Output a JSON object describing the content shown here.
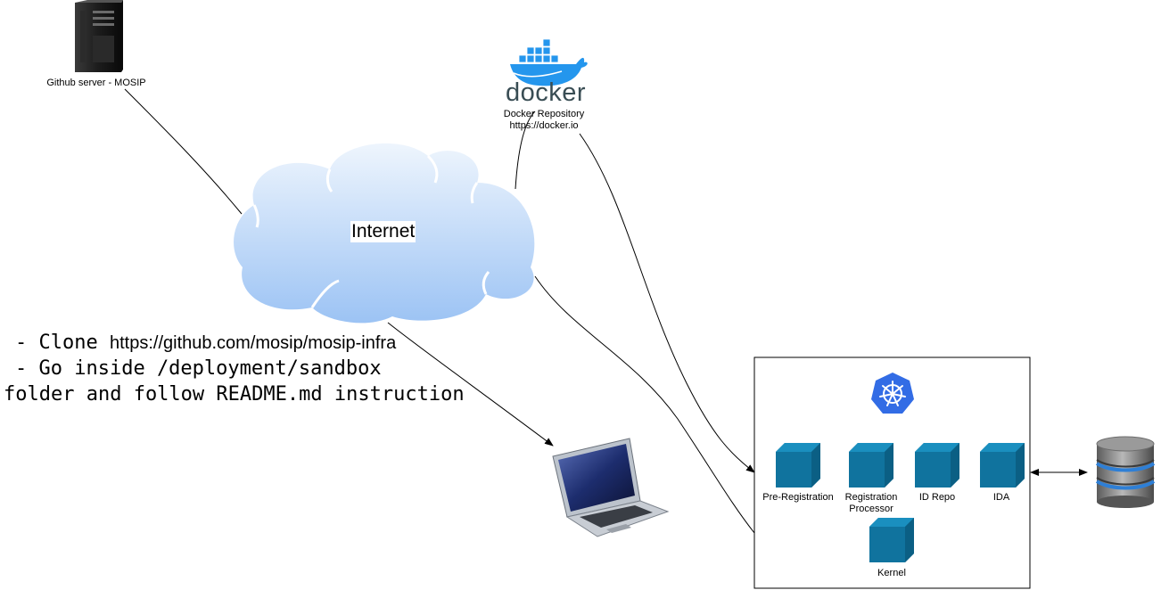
{
  "nodes": {
    "github_server": {
      "label": "Github server - MOSIP",
      "icon": "server-tower-icon"
    },
    "docker_repo": {
      "logo_text": "docker",
      "label_line1": "Docker Repository",
      "label_line2": "https://docker.io",
      "icon": "docker-whale-icon"
    },
    "internet": {
      "label": "Internet",
      "icon": "cloud-icon"
    },
    "laptop": {
      "icon": "laptop-icon"
    },
    "database": {
      "icon": "database-icon"
    },
    "cluster": {
      "icon": "kubernetes-icon",
      "services": [
        {
          "label": "Pre-Registration"
        },
        {
          "label": "Registration Processor"
        },
        {
          "label": "ID Repo"
        },
        {
          "label": "IDA"
        },
        {
          "label": "Kernel"
        }
      ]
    }
  },
  "instructions": {
    "line1_prefix": "- Clone",
    "line1_url": "https://github.com/mosip/mosip-infra",
    "line2": "- Go inside /deployment/sandbox",
    "line3": "folder and follow README.md instruction"
  },
  "colors": {
    "cube_front": "#10739e",
    "cube_top": "#1a8fbf",
    "cube_side": "#0b5f84",
    "k8s_blue": "#326ce5",
    "docker_blue": "#2496ed",
    "cloud_top": "#e6f0fc",
    "cloud_bottom": "#9ec4f5"
  }
}
